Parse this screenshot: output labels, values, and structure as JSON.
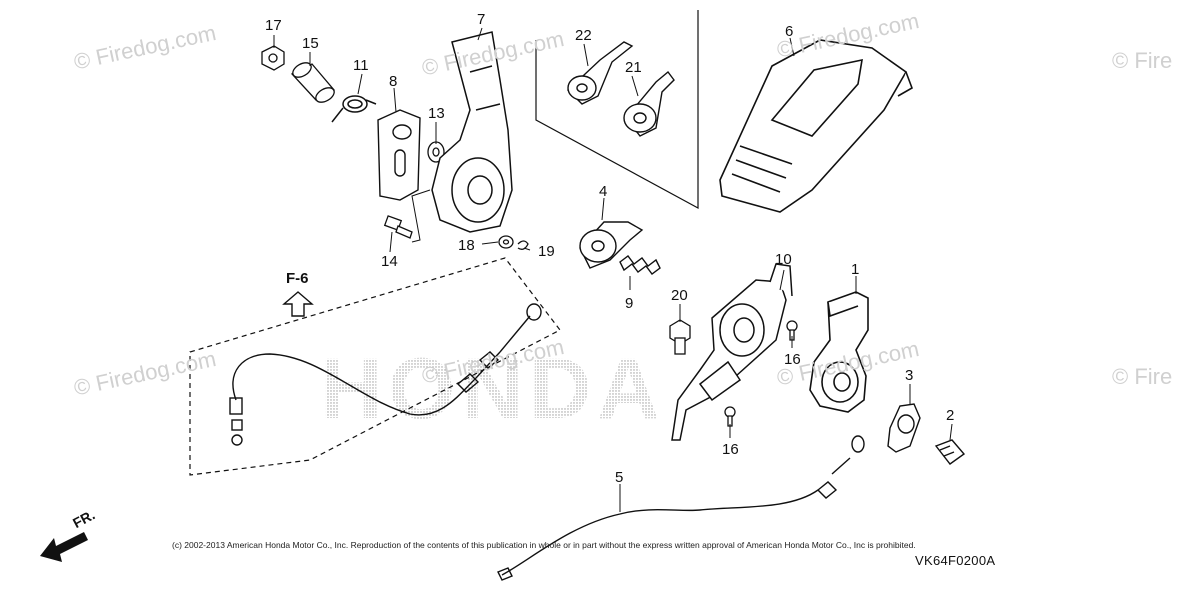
{
  "watermarks": [
    "© Firedog.com",
    "© Firedog.com",
    "© Firedog.com",
    "© Firedog.com",
    "© Firedog.com",
    "© Fire",
    "© Fire",
    "© Firedog.com"
  ],
  "brand_text": "HONDA",
  "section_ref": "F-6",
  "direction_label": "FR.",
  "part_numbers": [
    "1",
    "2",
    "3",
    "4",
    "5",
    "6",
    "7",
    "8",
    "9",
    "10",
    "11",
    "13",
    "14",
    "15",
    "16",
    "16",
    "17",
    "18",
    "19",
    "20",
    "21",
    "22"
  ],
  "copyright": "(c) 2002-2013 American Honda Motor Co., Inc. Reproduction of the contents of this publication in whole or in part without the express written approval of American Honda Motor Co., Inc is prohibited.",
  "diagram_code": "VK64F0200A",
  "colors": {
    "line": "#111111",
    "watermark": "#d0d0d0",
    "halftone": "#bdbdbd"
  }
}
